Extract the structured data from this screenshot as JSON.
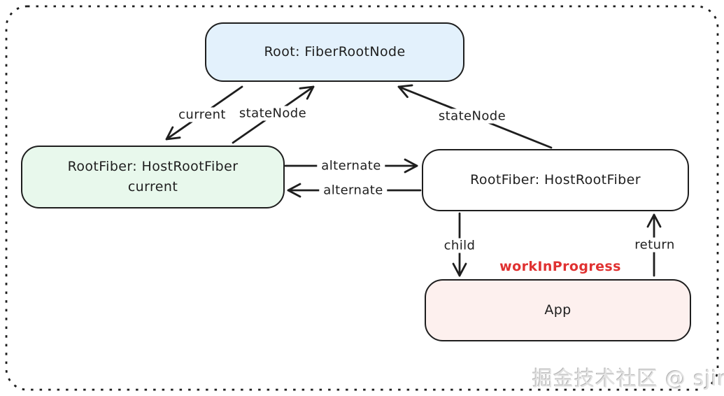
{
  "diagram": {
    "nodes": {
      "root": {
        "label": "Root: FiberRootNode",
        "fill": "#e3f1fc"
      },
      "root_fiber_current": {
        "line1": "RootFiber: HostRootFiber",
        "line2": "current",
        "fill": "#e8f8ec"
      },
      "root_fiber_alternate": {
        "label": "RootFiber: HostRootFiber",
        "fill": "#ffffff"
      },
      "app": {
        "label": "App",
        "fill": "#fdf0ee"
      }
    },
    "edge_labels": {
      "current": "current",
      "state_node_left": "stateNode",
      "state_node_right": "stateNode",
      "alternate_forward": "alternate",
      "alternate_back": "alternate",
      "child": "child",
      "return": "return",
      "work_in_progress": "workInProgress"
    },
    "colors": {
      "stroke": "#1e1e1e",
      "work_in_progress_text": "#e03131",
      "root_fill": "#e3f1fc",
      "current_fiber_fill": "#e8f8ec",
      "alternate_fiber_fill": "#ffffff",
      "app_fill": "#fdf0ee"
    }
  },
  "watermark": {
    "text": "掘金技术社区 @ sjin"
  }
}
